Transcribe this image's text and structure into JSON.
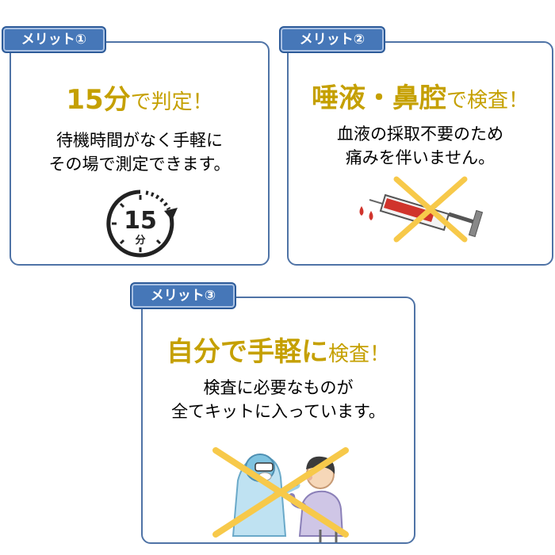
{
  "merit1": {
    "tab": "メリット①",
    "headline_big": "15分",
    "headline_small": "で判定！",
    "line1": "待機時間がなく手軽に",
    "line2": "その場で測定できます。",
    "timer_number": "15",
    "timer_unit": "分"
  },
  "merit2": {
    "tab": "メリット②",
    "headline_big": "唾液・鼻腔",
    "headline_small": "で検査！",
    "line1": "血液の採取不要のため",
    "line2": "痛みを伴いません。"
  },
  "merit3": {
    "tab": "メリット③",
    "headline_big": "自分で手軽に",
    "headline_small": "検査！",
    "line1": "検査に必要なものが",
    "line2": "全てキットに入っています。"
  },
  "colors": {
    "accent_gold": "#c5a000",
    "tab_blue": "#4677b8",
    "border_blue": "#4f73a6",
    "cross_yellow": "#f7c94a"
  }
}
